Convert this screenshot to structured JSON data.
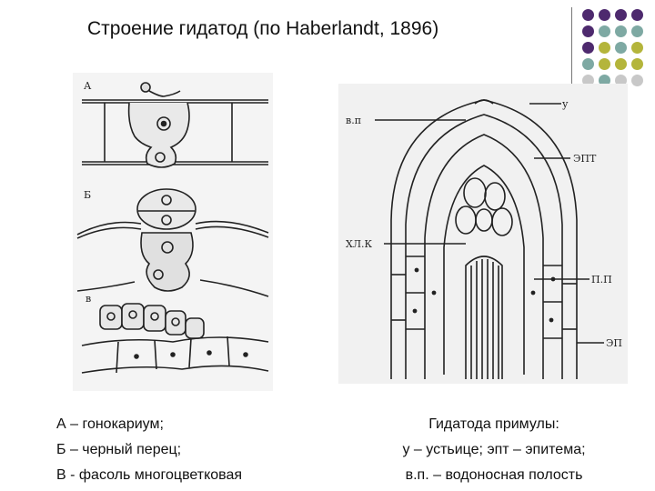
{
  "title": "Строение гидатод (по Haberlandt, 1896)",
  "colors": {
    "purple": "#4e2a6e",
    "teal": "#7ea9a3",
    "olive": "#b4b53b",
    "grey": "#c8c8c8"
  },
  "left_figure": {
    "labels": [
      "А",
      "Б",
      "в"
    ]
  },
  "right_figure": {
    "labels": [
      "у",
      "в.п",
      "ЭПТ",
      "ХЛ.К",
      "П.П",
      "ЭП"
    ]
  },
  "captions": {
    "left": [
      "А – гонокариум;",
      "Б – черный перец;",
      "В - фасоль многоцветковая"
    ],
    "right": [
      "Гидатода примулы:",
      "у – устьице; эпт – эпитема;",
      "в.п. – водоносная полость"
    ]
  }
}
